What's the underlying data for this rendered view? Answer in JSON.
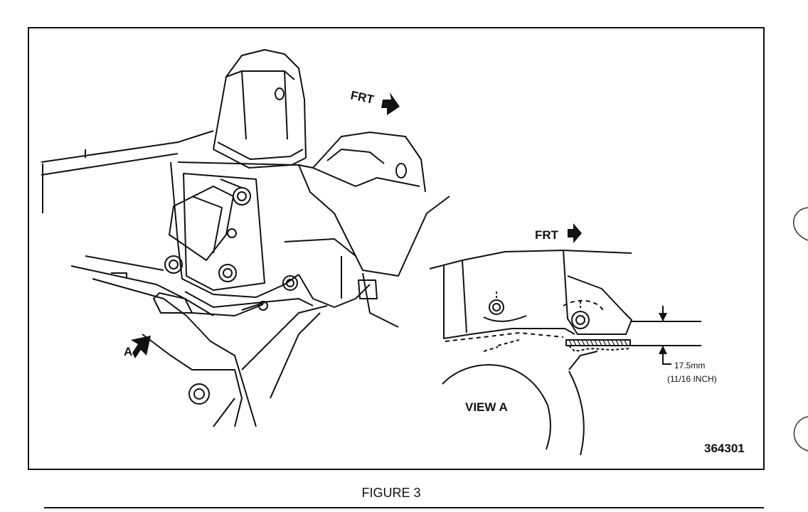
{
  "labels": {
    "front_arrow_main": "FRT",
    "front_arrow_view": "FRT",
    "view_arrow": "A",
    "view_title": "VIEW  A",
    "dimension_mm": "17.5mm",
    "dimension_inch": "(11/16 INCH)",
    "figure_number": "364301"
  },
  "caption": "FIGURE 3"
}
